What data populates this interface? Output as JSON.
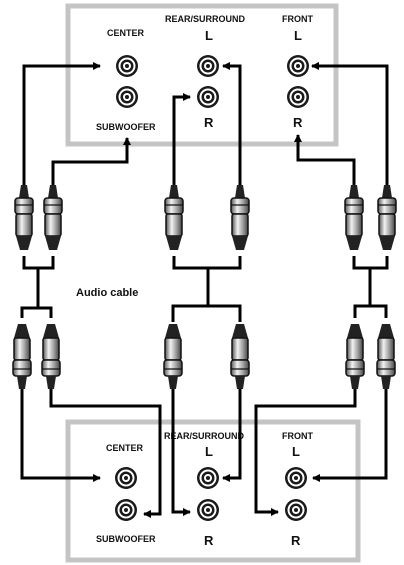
{
  "top_panel": {
    "center_label": "CENTER",
    "subwoofer_label": "SUBWOOFER",
    "rear_label": "REAR/SURROUND",
    "rear_l": "L",
    "rear_r": "R",
    "front_label": "FRONT",
    "front_l": "L",
    "front_r": "R"
  },
  "bottom_panel": {
    "center_label": "CENTER",
    "subwoofer_label": "SUBWOOFER",
    "rear_label": "REAR/SURROUND",
    "rear_l": "L",
    "rear_r": "R",
    "front_label": "FRONT",
    "front_l": "L",
    "front_r": "R"
  },
  "cable_label": "Audio cable",
  "icons": [
    "rca-jack-icon",
    "rca-plug-icon",
    "arrow-icon"
  ]
}
